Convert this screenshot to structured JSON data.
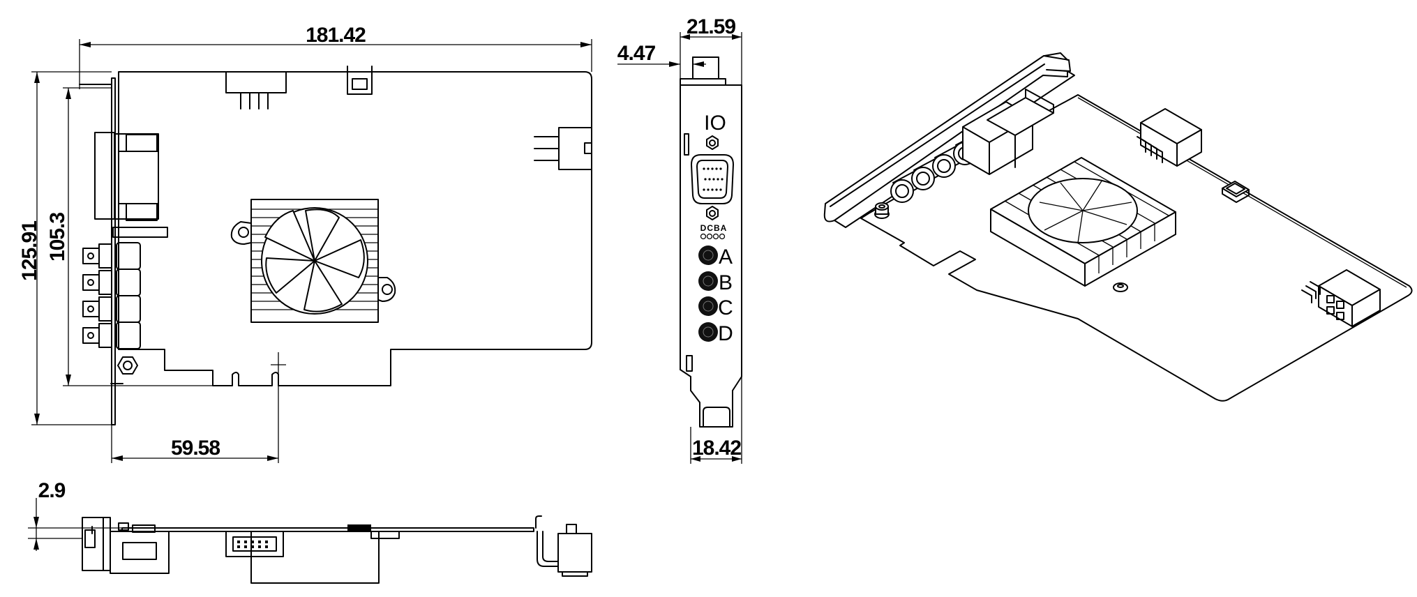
{
  "dimensions": {
    "board_length": "181.42",
    "bracket_height": "125.91",
    "board_height": "105.3",
    "finger_offset": "59.58",
    "bracket_width_top": "21.59",
    "bracket_offset": "4.47",
    "bracket_width_bottom": "18.42",
    "bracket_thickness": "2.9"
  },
  "bracket": {
    "io_label": "IO",
    "led_labels": "DCBA",
    "ports": [
      "A",
      "B",
      "C",
      "D"
    ]
  }
}
